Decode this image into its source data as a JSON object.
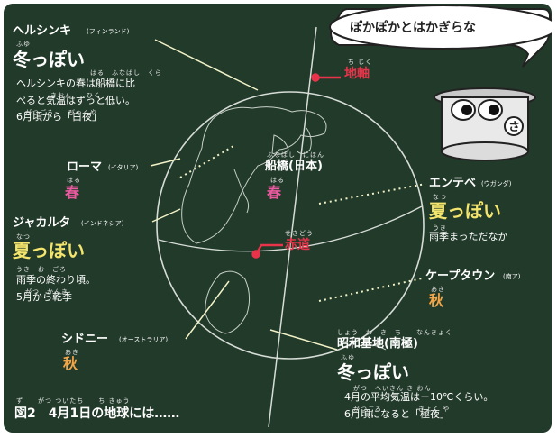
{
  "speech_bubble": "ぽかぽかとはかぎらな",
  "helsinki": {
    "name": "ヘルシンキ",
    "country": "(フィンランド)",
    "season_ruby": "ふゆ",
    "season": "冬っぽい",
    "note_ruby_1": "はる　ふなばし　くら",
    "note_ruby_2": "きおん　　ひく",
    "note_ruby_3": "がつごろ　　びゃくや",
    "note": [
      "ヘルシンキの春は船橋に比",
      "べると気温はずっと低い。",
      "6月頃から「白夜」"
    ]
  },
  "rome": {
    "name": "ローマ",
    "country": "(イタリア)",
    "season_ruby": "はる",
    "season": "春"
  },
  "funabashi": {
    "ruby": "ふなばし　にほん",
    "name": "船橋(日本)",
    "season_ruby": "はる",
    "season": "春"
  },
  "jakarta": {
    "name": "ジャカルタ",
    "country": "(インドネシア)",
    "season_ruby": "なつ",
    "season": "夏っぽい",
    "note_ruby_1": "うき　お　ごろ",
    "note_ruby_2": "がつ　かんき",
    "note": [
      "雨季の終わり頃。",
      "5月から乾季"
    ]
  },
  "sydney": {
    "name": "シドニー",
    "country": "(オーストラリア)",
    "season_ruby": "あき",
    "season": "秋"
  },
  "entebbe": {
    "name": "エンテベ",
    "country": "(ウガンダ)",
    "season_ruby": "なつ",
    "season": "夏っぽい",
    "note_ruby": "うき",
    "note": "雨季まっただなか"
  },
  "capetown": {
    "name": "ケープタウン",
    "country": "(南ア)",
    "season_ruby": "あき",
    "season": "秋"
  },
  "showa": {
    "ruby": "しょう　わ　き　ち　　なんきょく",
    "name": "昭和基地(南極)",
    "season_ruby": "ふゆ",
    "season": "冬っぽい",
    "note_ruby_1": "がつ　へいきん き おん",
    "note_ruby_2": "がつごろ　　　　　きょく や",
    "note": [
      "4月の平均気温は－10℃くらい。",
      "6月頃になると「極夜」"
    ]
  },
  "axis_label": {
    "ruby": "ち じく",
    "text": "地軸"
  },
  "equator_label": {
    "ruby": "せきどう",
    "text": "赤道"
  },
  "caption": {
    "ruby": "ず　　がつ ついたち　　ち きゅう",
    "text": "図2　4月1日の地球には……"
  },
  "colors": {
    "board": "#223a2a",
    "pink": "#ea5aa0",
    "yellow": "#f4e56c",
    "orange": "#f3a547",
    "red": "#e8334a"
  }
}
